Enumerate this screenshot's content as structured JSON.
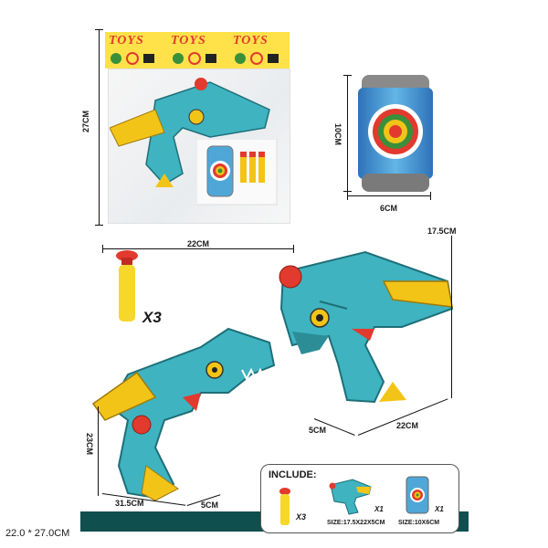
{
  "package": {
    "header_text": "TOYS",
    "height_label": "27CM",
    "width_label": "22CM"
  },
  "can": {
    "height_label": "10CM",
    "width_label": "6CM"
  },
  "dart": {
    "count_label": "X3"
  },
  "gun_assembled": {
    "height_label": "17.5CM",
    "depth_label": "5CM",
    "length_label": "22CM"
  },
  "gun_dino": {
    "height_label": "23CM",
    "length_label": "31.5CM",
    "depth_label": "5CM"
  },
  "include": {
    "title": "INCLUDE:",
    "dart_qty": "X3",
    "gun_qty": "X1",
    "can_qty": "X1",
    "gun_size": "SIZE:17.5X22X5CM",
    "can_size": "SIZE:10X6CM"
  },
  "footer": {
    "package_size": "22.0 * 27.0CM"
  },
  "colors": {
    "teal": "#3fb3c0",
    "yellow": "#f3c418",
    "red": "#e23a2e",
    "footer_band": "#0f4f4e"
  }
}
